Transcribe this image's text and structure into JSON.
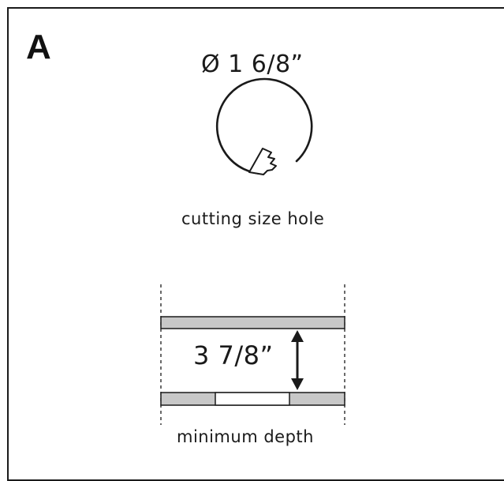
{
  "panel": {
    "letter": "A"
  },
  "hole": {
    "diameter_label": "Ø 1 6/8”",
    "caption": "cutting size hole",
    "icons": [
      "hole-saw-circle-icon",
      "saw-blade-icon"
    ]
  },
  "depth": {
    "value_label": "3 7/8”",
    "caption": "minimum depth",
    "icons": [
      "double-arrow-icon"
    ]
  },
  "colors": {
    "line": "#1a1a1a",
    "plate_fill": "#c8c8c8",
    "opening_fill": "#ffffff"
  }
}
